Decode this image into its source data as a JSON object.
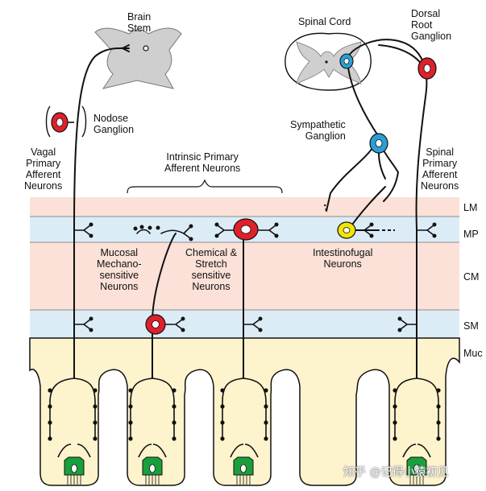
{
  "labels": {
    "brain_stem": "Brain\nStem",
    "spinal_cord": "Spinal Cord",
    "drg": "Dorsal\nRoot\nGanglion",
    "nodose": "Nodose\nGanglion",
    "vagal": "Vagal\nPrimary\nAfferent\nNeurons",
    "sympathetic": "Sympathetic\nGanglion",
    "spinal_afferent": "Spinal\nPrimary\nAfferent\nNeurons",
    "intrinsic": "Intrinsic Primary\nAfferent Neurons",
    "mucosal": "Mucosal\nMechano-\nsensitive\nNeurons",
    "chemical": "Chemical &\nStretch\nsensitive\nNeurons",
    "intestinofugal": "Intestinofugal\nNeurons"
  },
  "layers": {
    "lm": "LM",
    "mp": "MP",
    "cm": "CM",
    "sm": "SM",
    "muc": "Muc"
  },
  "colors": {
    "muscle_pink": "#fbe1d8",
    "plexus_blue": "#dcecf7",
    "mucosa_yellow": "#fdf3cc",
    "neuron_red": "#e0202a",
    "neuron_blue": "#2a9fd6",
    "neuron_yellow": "#f2e600",
    "cell_green": "#19a03c",
    "cns_gray": "#cfcfcf"
  },
  "watermark": "知乎 @记得小猿初见"
}
